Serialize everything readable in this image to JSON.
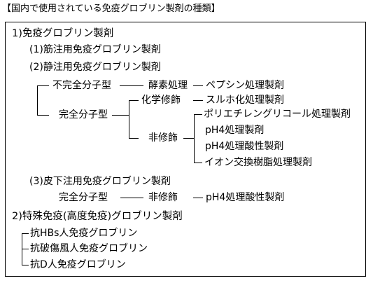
{
  "doc": {
    "title": "【国内で使用されている免疫グロブリン製剤の種類】",
    "s1": {
      "heading": "1)免疫グロブリン製剤",
      "im": "(1)筋注用免疫グロブリン製剤",
      "iv": "(2)静注用免疫グロブリン製剤",
      "incomplete": "不完全分子型",
      "enzyme": "酵素処理",
      "pepsin": "ペプシン処理製剤",
      "complete": "完全分子型",
      "chemical": "化学修飾",
      "sulfo": "スルホ化処理製剤",
      "unmodified": "非修飾",
      "peg": "ポリエチレングリコール処理製剤",
      "ph4": "pH4処理製剤",
      "ph4acid": "pH4処理酸性製剤",
      "ionex": "イオン交換樹脂処理製剤",
      "sc": "(3)皮下注用免疫グロブリン製剤",
      "sc_complete": "完全分子型",
      "sc_unmodified": "非修飾",
      "sc_ph4acid": "pH4処理酸性製剤"
    },
    "s2": {
      "heading": "2)特殊免疫(高度免疫)グロブリン製剤",
      "hbs": "抗HBs人免疫グロブリン",
      "tetanus": "抗破傷風人免疫グロブリン",
      "antid": "抗D人免疫グロブリン"
    }
  }
}
